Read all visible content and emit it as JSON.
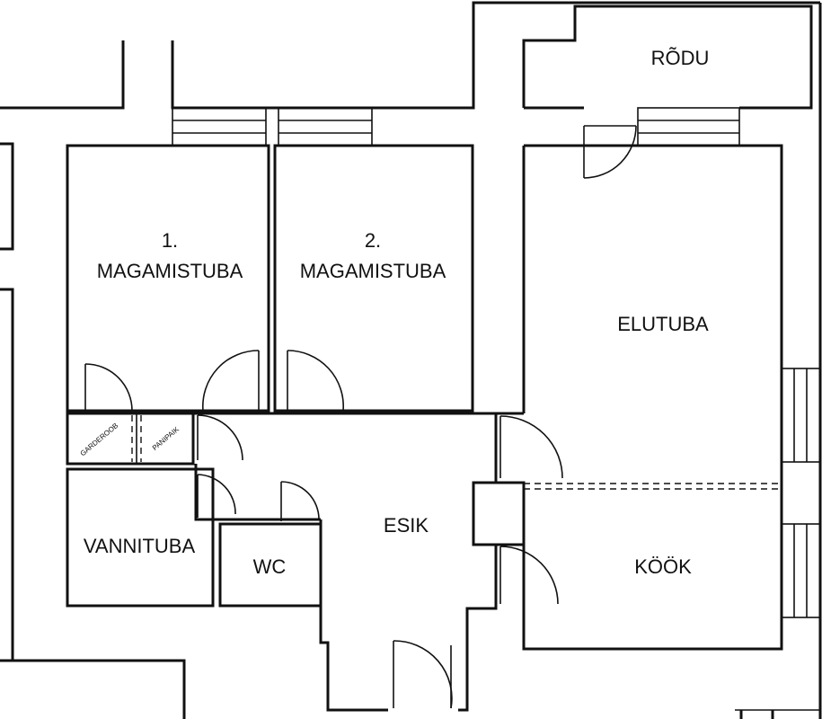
{
  "plan": {
    "rooms": {
      "balcony": "RÕDU",
      "bedroom1_num": "1.",
      "bedroom1_name": "MAGAMISTUBA",
      "bedroom2_num": "2.",
      "bedroom2_name": "MAGAMISTUBA",
      "living": "ELUTUBA",
      "hall": "ESIK",
      "kitchen": "KÖÖK",
      "bathroom": "VANNITUBA",
      "wc": "WC",
      "wardrobe": "GARDEROOB",
      "closet": "PANIPAIK"
    }
  }
}
